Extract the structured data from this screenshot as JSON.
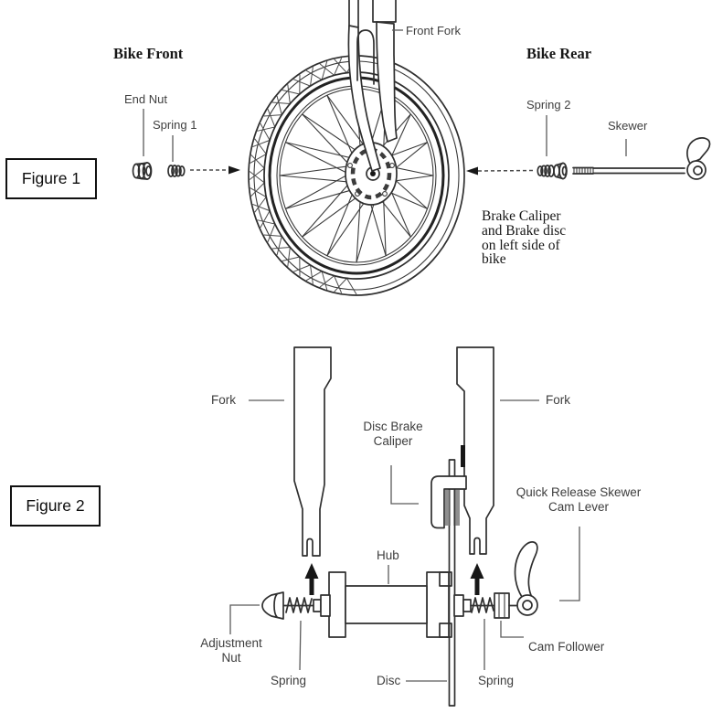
{
  "colors": {
    "ink": "#2f2f2f",
    "label": "#3f3f3f",
    "heading": "#161616",
    "leader": "#5a5a5a"
  },
  "figure1": {
    "box_label": "Figure 1",
    "headings": {
      "bike_front": "Bike Front",
      "bike_rear": "Bike Rear"
    },
    "labels": {
      "front_fork": "Front Fork",
      "end_nut": "End Nut",
      "spring_1": "Spring 1",
      "spring_2": "Spring 2",
      "skewer": "Skewer"
    },
    "note": "Brake Caliper\nand Brake disc\non left side of\nbike"
  },
  "figure2": {
    "box_label": "Figure 2",
    "labels": {
      "fork_left": "Fork",
      "fork_right": "Fork",
      "disc_brake_caliper": "Disc Brake\nCaliper",
      "quick_release_skewer_cam_lever": "Quick Release Skewer\nCam Lever",
      "hub": "Hub",
      "adjustment_nut": "Adjustment\nNut",
      "spring_left": "Spring",
      "disc": "Disc",
      "spring_right": "Spring",
      "cam_follower": "Cam Follower"
    }
  }
}
